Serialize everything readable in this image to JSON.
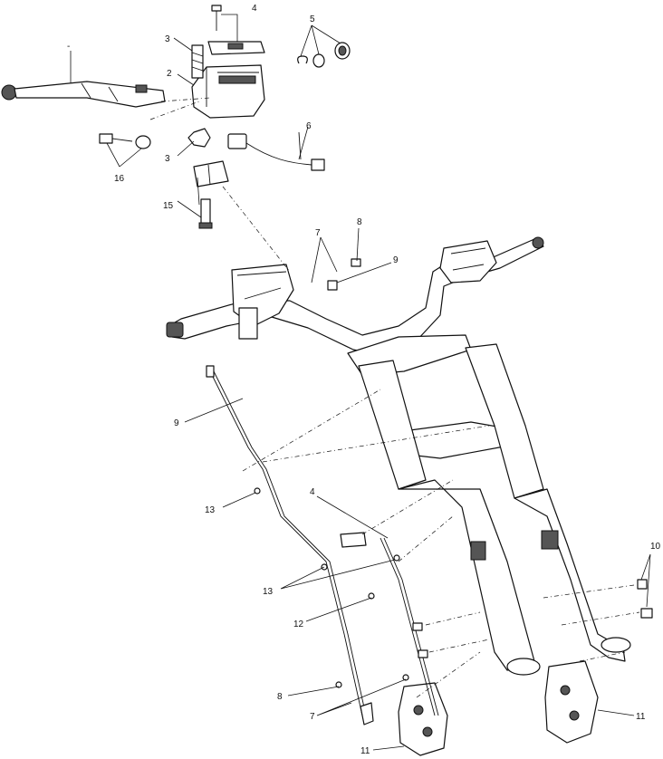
{
  "callouts": [
    {
      "id": "c1",
      "text": "-"
    },
    {
      "id": "c2",
      "text": "2"
    },
    {
      "id": "c3a",
      "text": "3"
    },
    {
      "id": "c3b",
      "text": "3"
    },
    {
      "id": "c4a",
      "text": "4"
    },
    {
      "id": "c4b",
      "text": "4"
    },
    {
      "id": "c5",
      "text": "5"
    },
    {
      "id": "c6",
      "text": "6"
    },
    {
      "id": "c7a",
      "text": "7"
    },
    {
      "id": "c7b",
      "text": "7"
    },
    {
      "id": "c8a",
      "text": "8"
    },
    {
      "id": "c8b",
      "text": "8"
    },
    {
      "id": "c9a",
      "text": "9"
    },
    {
      "id": "c9b",
      "text": "9"
    },
    {
      "id": "c10",
      "text": "10"
    },
    {
      "id": "c11a",
      "text": "11"
    },
    {
      "id": "c11b",
      "text": "11"
    },
    {
      "id": "c12",
      "text": "12"
    },
    {
      "id": "c13a",
      "text": "13"
    },
    {
      "id": "c13b",
      "text": "13"
    },
    {
      "id": "c15",
      "text": "15"
    },
    {
      "id": "c16",
      "text": "16"
    }
  ]
}
